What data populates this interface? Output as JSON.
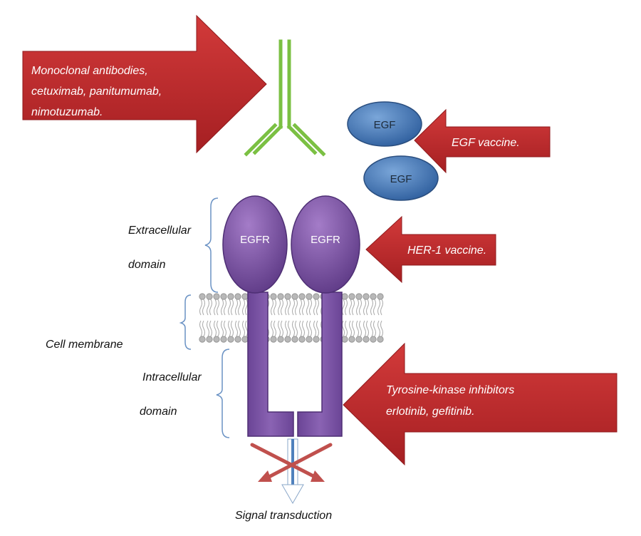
{
  "colors": {
    "arrow_fill": "#c0282a",
    "antibody": "#7bc043",
    "egf_fill": "#3d74b5",
    "receptor_fill": "#7b4ea3",
    "membrane": "#b3b3b3",
    "bracket": "#6a92c4",
    "blocked_cross": "#c0504d",
    "signal_arrow": "#4f81bd"
  },
  "arrows": {
    "antibodies": [
      "Monoclonal antibodies,",
      "cetuximab, panitumumab,",
      "nimotuzumab."
    ],
    "egf_vaccine": "EGF vaccine.",
    "her1_vaccine": "HER-1 vaccine.",
    "tki": [
      "Tyrosine-kinase inhibitors",
      "erlotinib, gefitinib."
    ]
  },
  "molecules": {
    "egf_top": "EGF",
    "egf_bottom": "EGF",
    "egfr_left": "EGFR",
    "egfr_right": "EGFR"
  },
  "labels": {
    "extracellular": [
      "Extracellular",
      "domain"
    ],
    "cell_membrane": "Cell membrane",
    "intracellular": [
      "Intracellular",
      "domain"
    ],
    "signal": "Signal transduction"
  },
  "icons": {
    "antibody": "y-shaped-antibody",
    "blocked": "cross-mark",
    "signal": "down-arrow"
  }
}
